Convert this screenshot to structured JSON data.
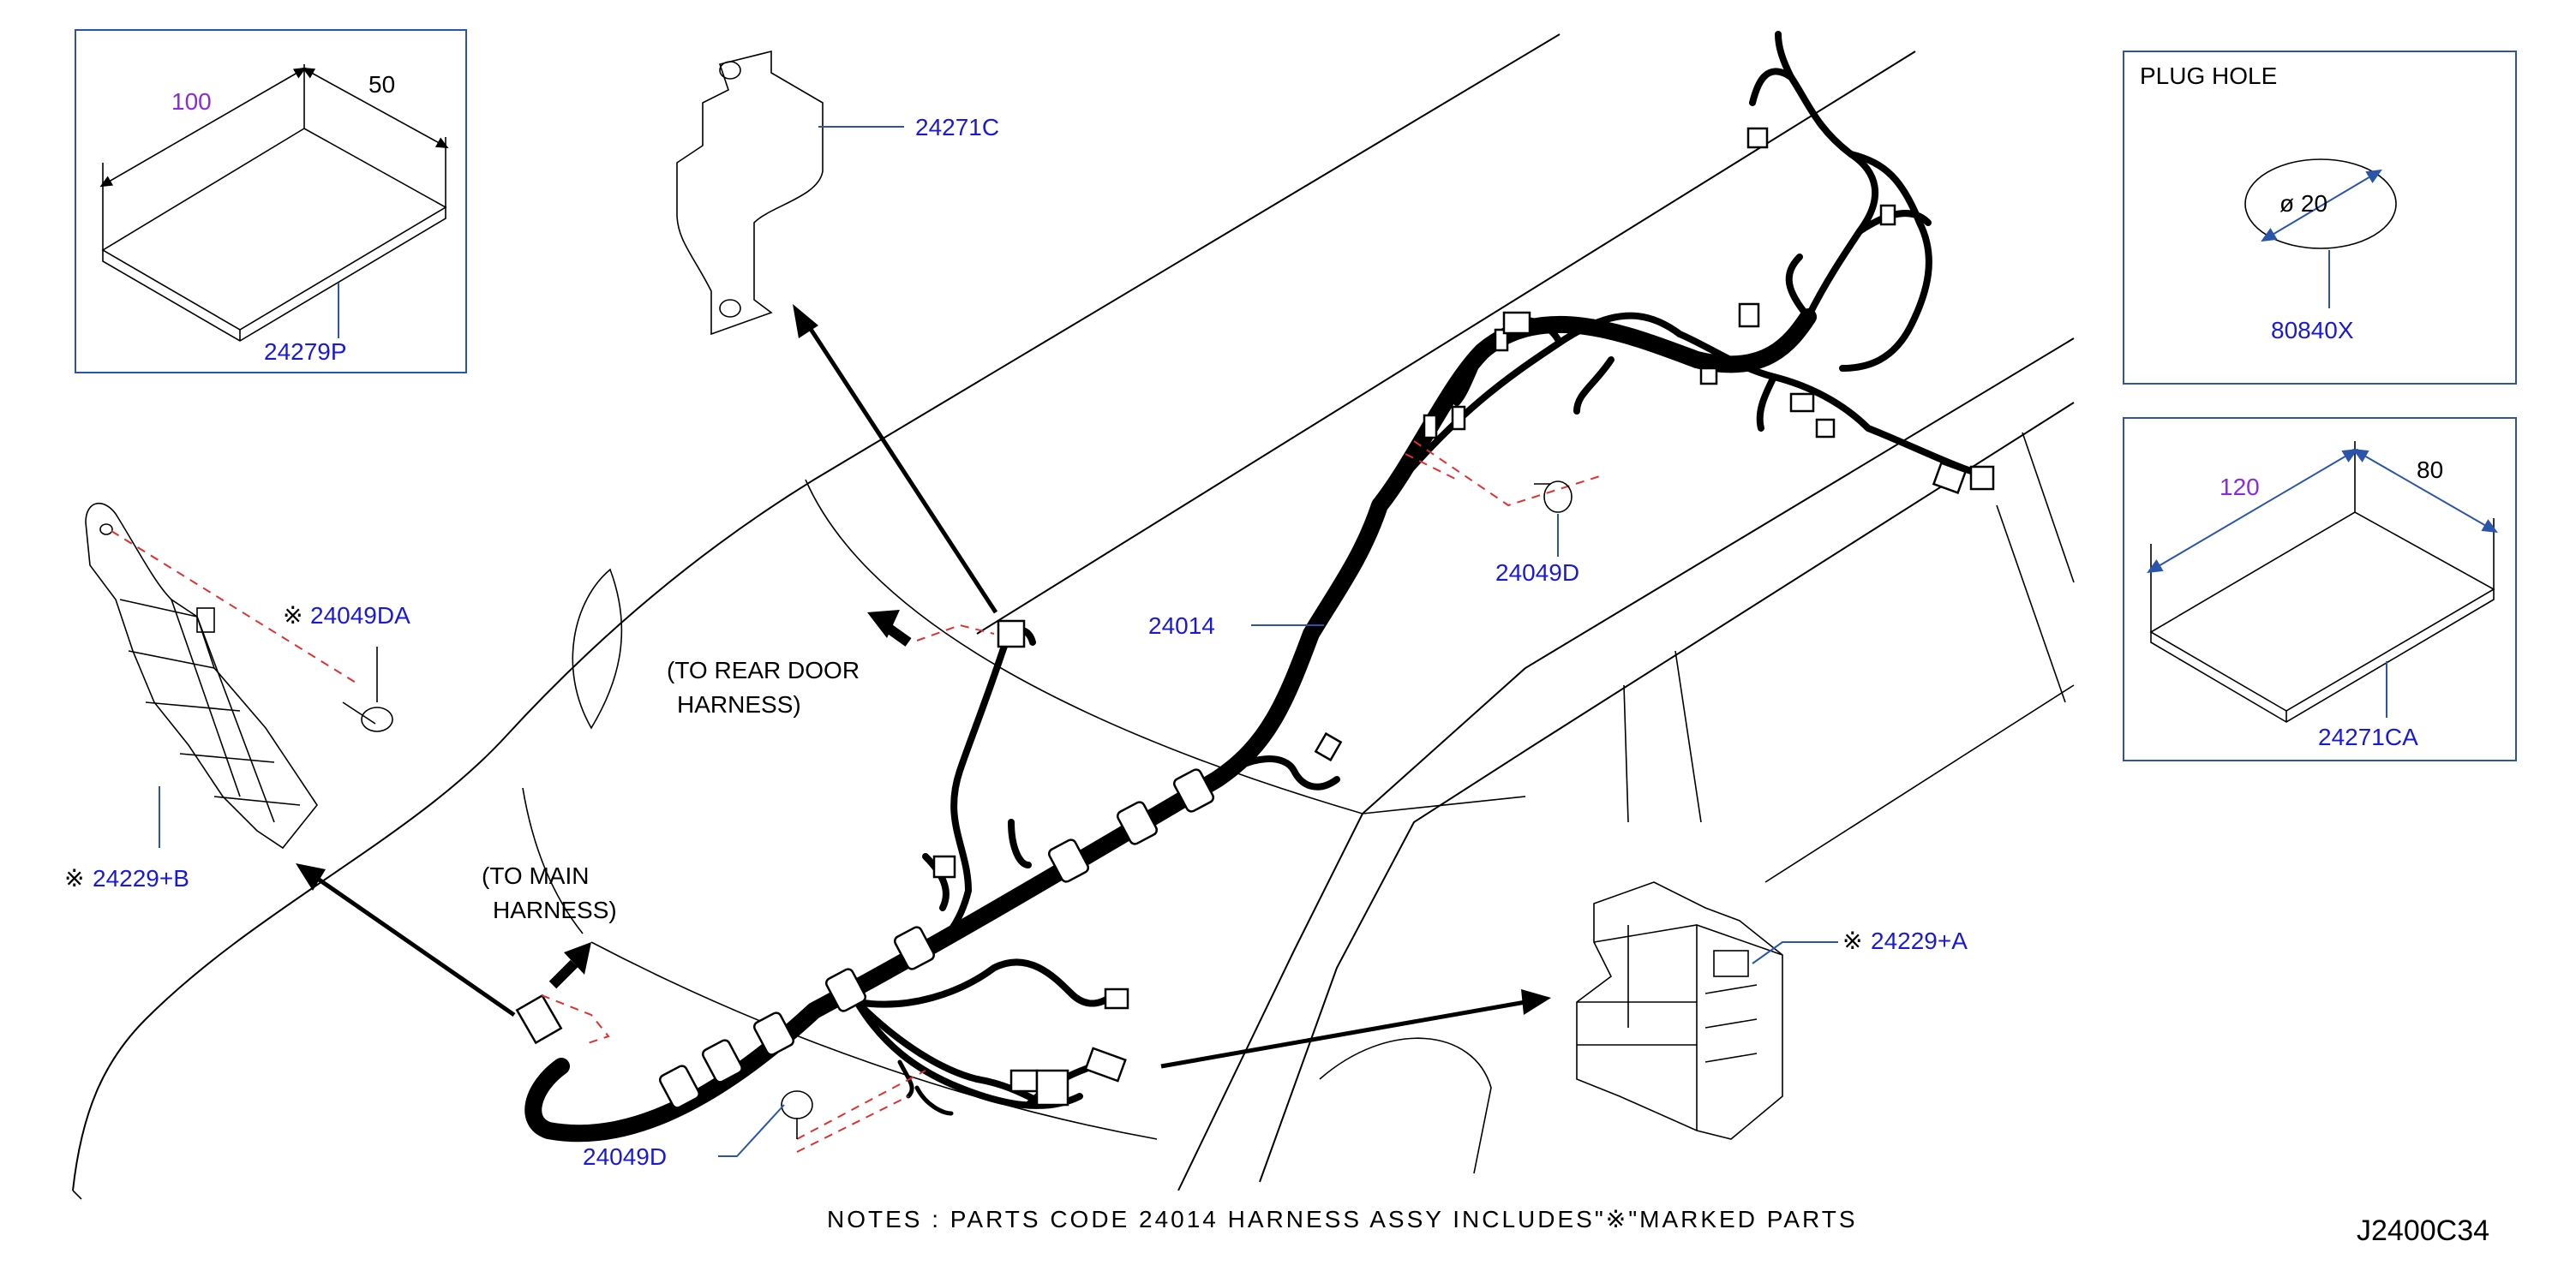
{
  "colors": {
    "part_label": "#1a1ad6",
    "leader_frame": "#2a55aa",
    "dimension_purple": "#8a2be2",
    "dashed_red": "#e03030",
    "line": "#000000"
  },
  "labels": {
    "p24279P": "24279P",
    "p24271C": "24271C",
    "p24014": "24014",
    "p24049D_top": "24049D",
    "p24049D_bottom": "24049D",
    "p24049DA": "24049DA",
    "p24229B": "24229+B",
    "p24229A": "24229+A",
    "p80840X": "80840X",
    "p24271CA": "24271CA"
  },
  "marks": {
    "asterisk": "※"
  },
  "callouts": {
    "rear_door_line1": "(TO  REAR  DOOR",
    "rear_door_line2": "HARNESS)",
    "main_line1": "(TO   MAIN",
    "main_line2": "HARNESS)"
  },
  "insets": {
    "pad_top_left": {
      "dim_long": "100",
      "dim_short": "50"
    },
    "plug_hole": {
      "title": "PLUG   HOLE",
      "diameter": "ø 20"
    },
    "pad_right": {
      "dim_long": "120",
      "dim_short": "80"
    }
  },
  "notes": "NOTES  :  PARTS  CODE  24014  HARNESS  ASSY  INCLUDES\"※\"MARKED  PARTS",
  "diagram_ref": "J2400C34"
}
